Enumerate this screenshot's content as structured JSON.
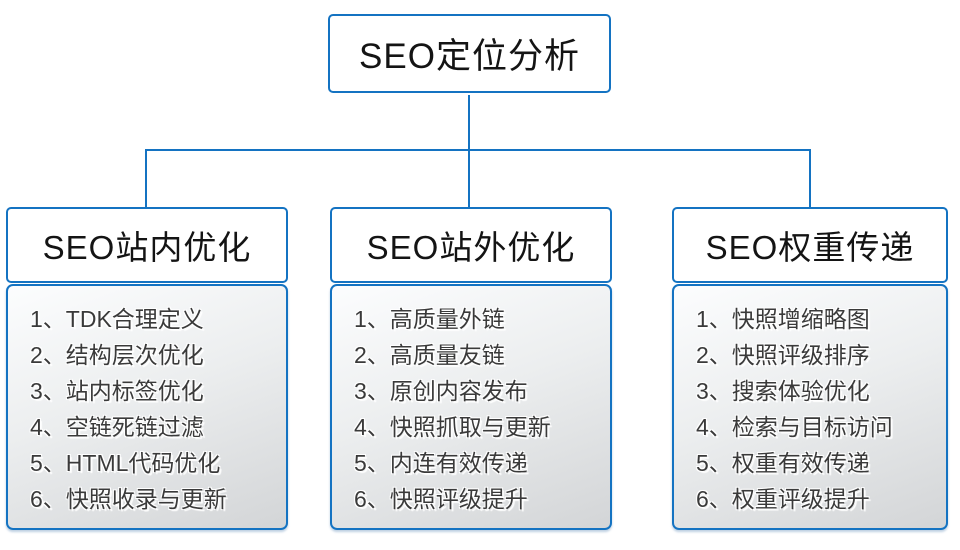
{
  "root": {
    "title": "SEO定位分析"
  },
  "columns": [
    {
      "title": "SEO站内优化",
      "items": [
        "1、TDK合理定义",
        "2、结构层次优化",
        "3、站内标签优化",
        "4、空链死链过滤",
        "5、HTML代码优化",
        "6、快照收录与更新"
      ]
    },
    {
      "title": "SEO站外优化",
      "items": [
        "1、高质量外链",
        "2、高质量友链",
        "3、原创内容发布",
        "4、快照抓取与更新",
        "5、内连有效传递",
        "6、快照评级提升"
      ]
    },
    {
      "title": "SEO权重传递",
      "items": [
        "1、快照增缩略图",
        "2、快照评级排序",
        "3、搜索体验优化",
        "4、检索与目标访问",
        "5、权重有效传递",
        "6、权重评级提升"
      ]
    }
  ],
  "colors": {
    "accent": "#1473c2",
    "node_fill": "#ffffff",
    "body_gradient_top": "#fcfdfe",
    "body_gradient_bottom": "#d3d5d7",
    "title_text": "#141414",
    "item_text": "#3a3a3a"
  }
}
